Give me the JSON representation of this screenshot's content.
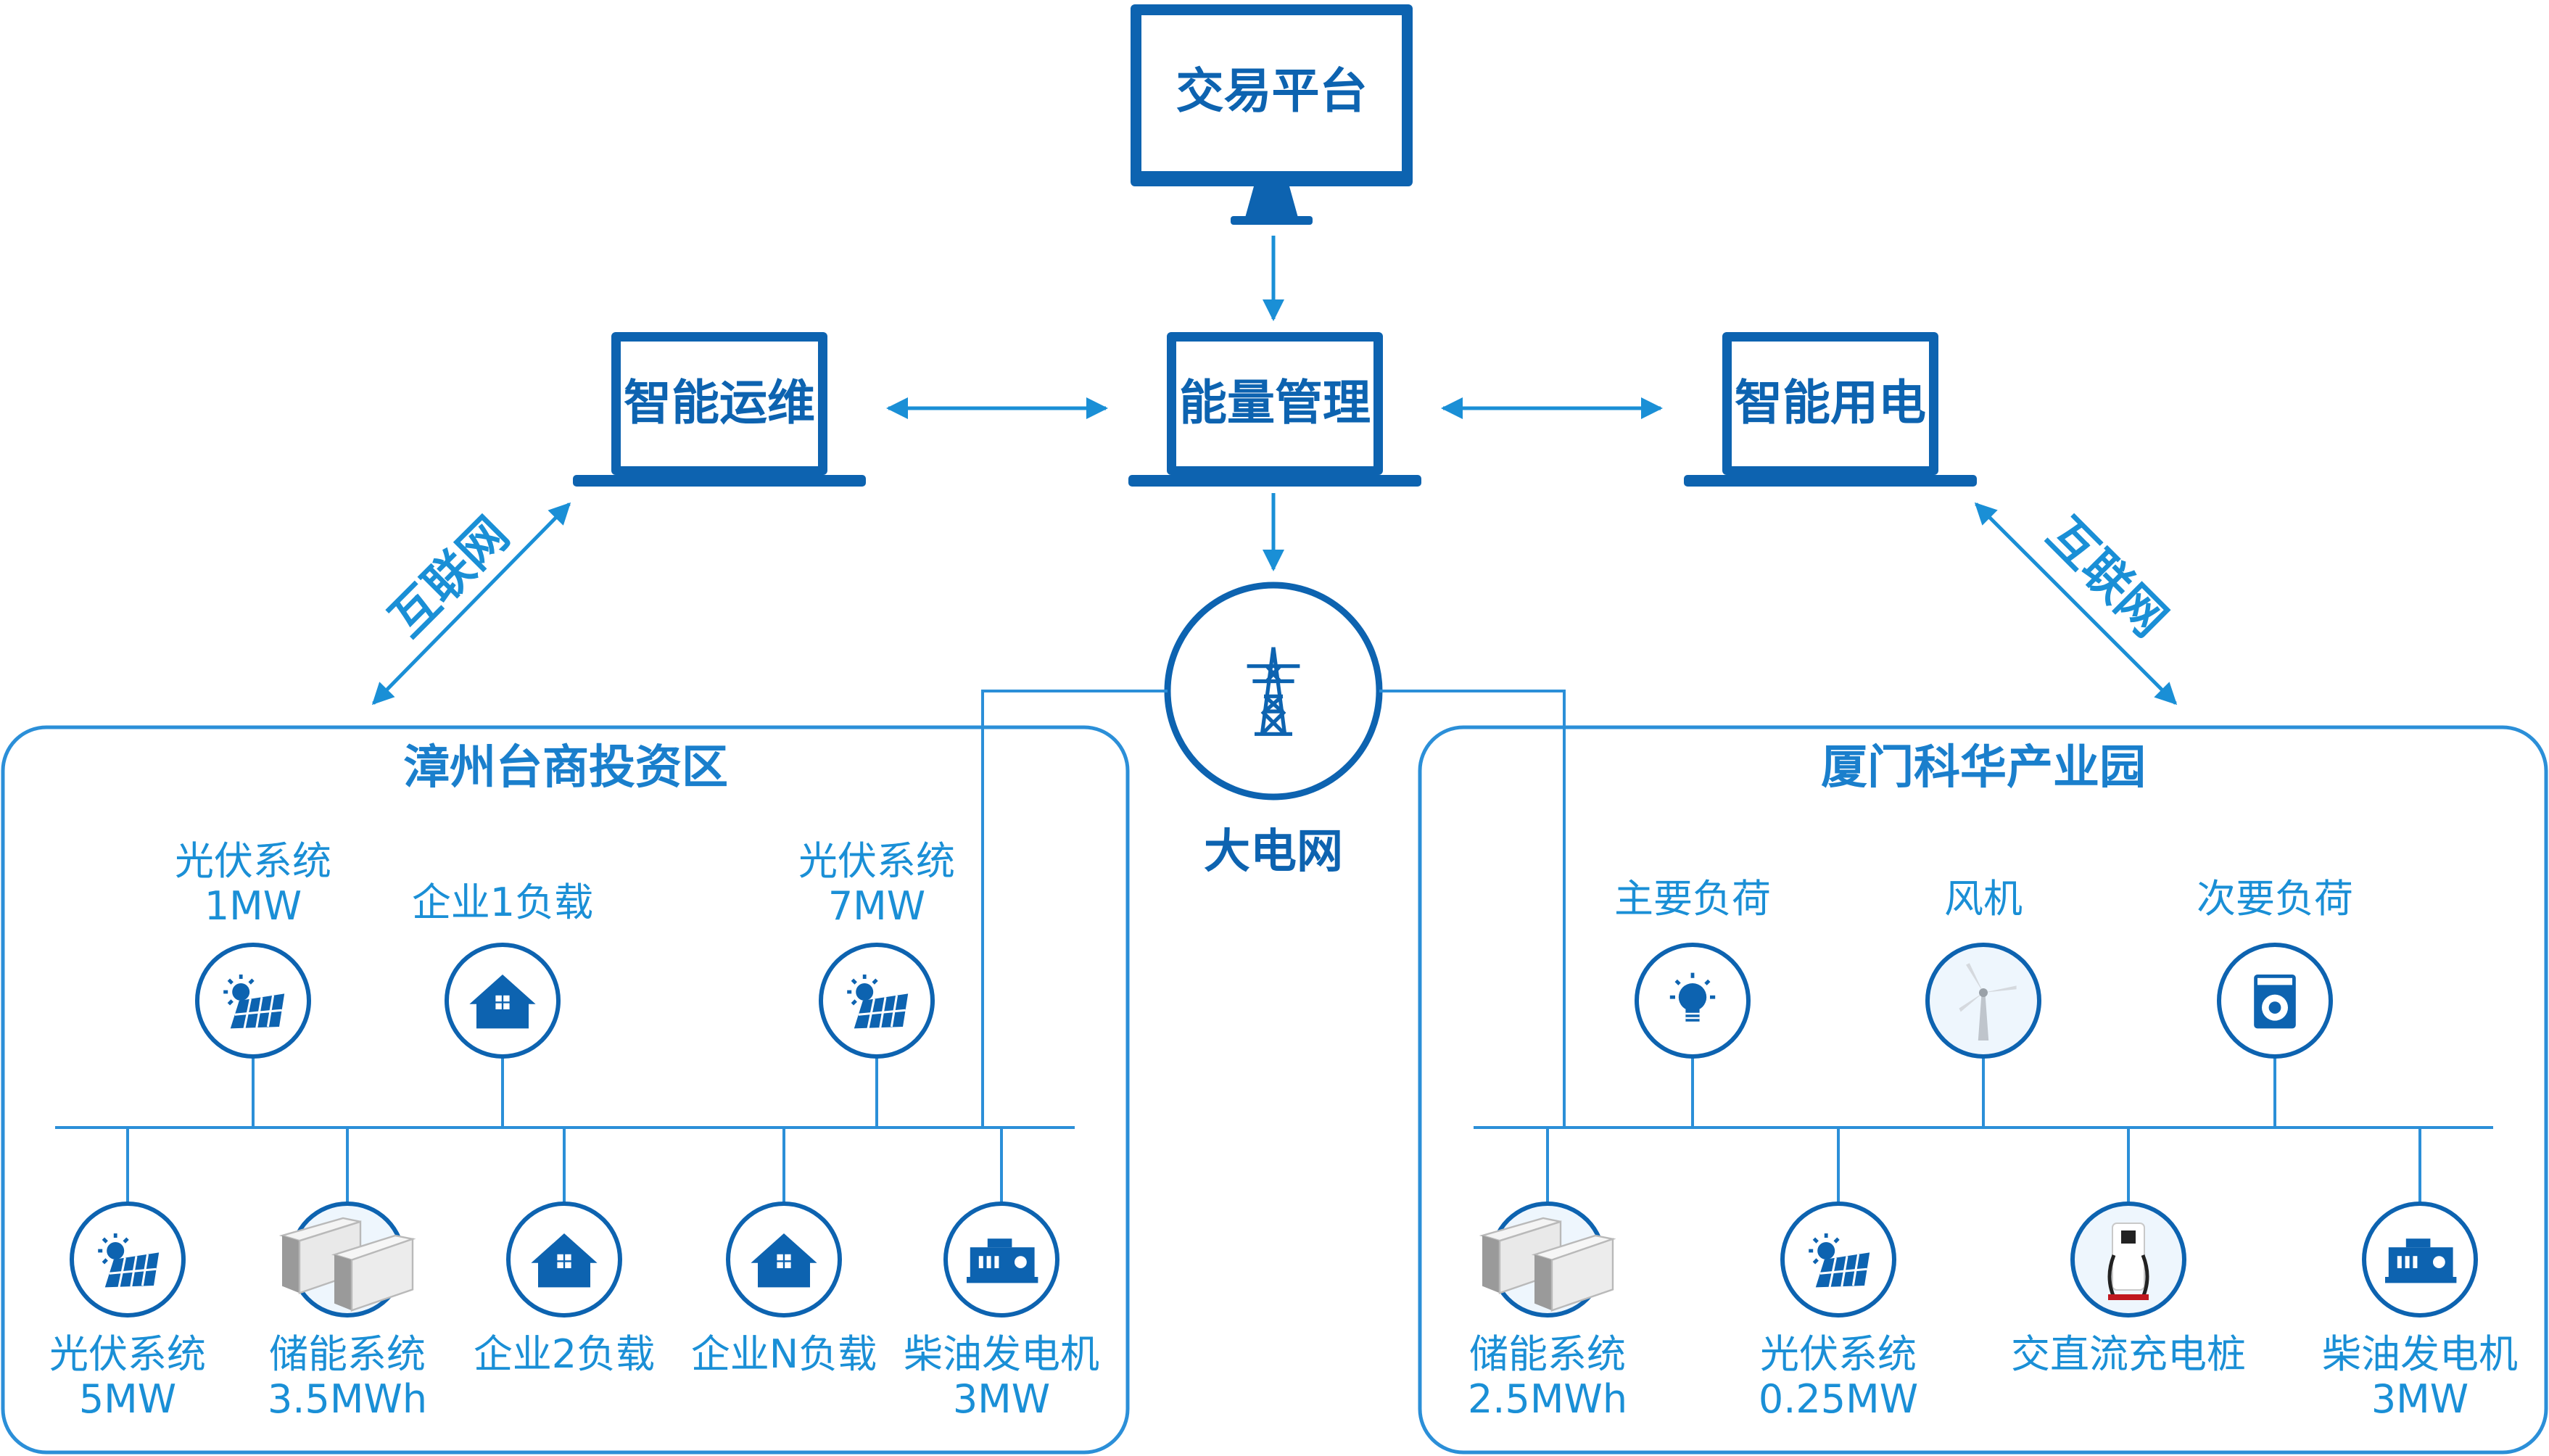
{
  "nodes": {
    "trading_platform": "交易平台",
    "smart_om": "智能运维",
    "energy_mgmt": "能量管理",
    "smart_power": "智能用电",
    "grid": "大电网"
  },
  "internet_labels": {
    "left": "互联网",
    "right": "互联网"
  },
  "zones": {
    "left": {
      "title": "漳州台商投资区",
      "top_items": [
        {
          "name": "光伏系统",
          "value": "1MW",
          "icon": "solar-panel-icon"
        },
        {
          "name": "企业1负载",
          "value": "",
          "icon": "house-icon"
        },
        {
          "name": "光伏系统",
          "value": "7MW",
          "icon": "solar-panel-icon"
        }
      ],
      "bottom_items": [
        {
          "name": "光伏系统",
          "value": "5MW",
          "icon": "solar-panel-icon"
        },
        {
          "name": "储能系统",
          "value": "3.5MWh",
          "icon": "battery-cabinet-icon"
        },
        {
          "name": "企业2负载",
          "value": "",
          "icon": "house-icon"
        },
        {
          "name": "企业N负载",
          "value": "",
          "icon": "house-icon"
        },
        {
          "name": "柴油发电机",
          "value": "3MW",
          "icon": "diesel-generator-icon"
        }
      ]
    },
    "right": {
      "title": "厦门科华产业园",
      "top_items": [
        {
          "name": "主要负荷",
          "icon": "light-bulb-icon"
        },
        {
          "name": "风机",
          "icon": "wind-turbine-icon"
        },
        {
          "name": "次要负荷",
          "icon": "washing-machine-icon"
        }
      ],
      "bottom_items": [
        {
          "name": "储能系统",
          "value": "2.5MWh",
          "icon": "battery-cabinet-icon"
        },
        {
          "name": "光伏系统",
          "value": "0.25MW",
          "icon": "solar-panel-icon"
        },
        {
          "name": "交直流充电桩",
          "value": "",
          "icon": "charging-pile-icon"
        },
        {
          "name": "柴油发电机",
          "value": "3MW",
          "icon": "diesel-generator-icon"
        }
      ]
    }
  },
  "colors": {
    "dark_blue": "#0d63b0",
    "light_blue": "#1a8fd6",
    "line_blue": "#2b8fd8"
  }
}
